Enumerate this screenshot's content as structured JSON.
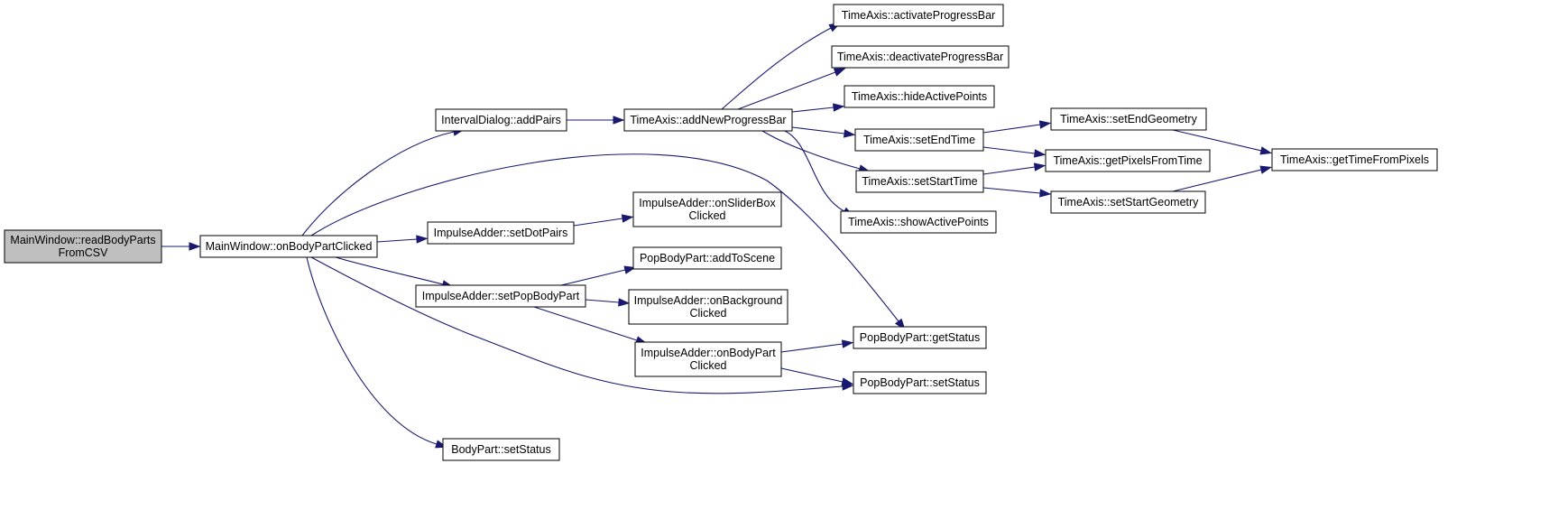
{
  "graph": {
    "edge_color": "#191970",
    "root_fill": "#bfbfbf",
    "nodes": [
      {
        "id": "readBodyParts",
        "lines": [
          "MainWindow::readBodyParts",
          "FromCSV"
        ],
        "root": true
      },
      {
        "id": "onBodyPartClicked",
        "lines": [
          "MainWindow::onBodyPartClicked"
        ]
      },
      {
        "id": "addPairs",
        "lines": [
          "IntervalDialog::addPairs"
        ]
      },
      {
        "id": "setDotPairs",
        "lines": [
          "ImpulseAdder::setDotPairs"
        ]
      },
      {
        "id": "setPopBodyPart",
        "lines": [
          "ImpulseAdder::setPopBodyPart"
        ]
      },
      {
        "id": "bodySetStatus",
        "lines": [
          "BodyPart::setStatus"
        ]
      },
      {
        "id": "addNewProgressBar",
        "lines": [
          "TimeAxis::addNewProgressBar"
        ]
      },
      {
        "id": "onSliderBoxClicked",
        "lines": [
          "ImpulseAdder::onSliderBox",
          "Clicked"
        ]
      },
      {
        "id": "addToScene",
        "lines": [
          "PopBodyPart::addToScene"
        ]
      },
      {
        "id": "onBackgroundClicked",
        "lines": [
          "ImpulseAdder::onBackground",
          "Clicked"
        ]
      },
      {
        "id": "iaOnBodyPartClicked",
        "lines": [
          "ImpulseAdder::onBodyPart",
          "Clicked"
        ]
      },
      {
        "id": "activateProgressBar",
        "lines": [
          "TimeAxis::activateProgressBar"
        ]
      },
      {
        "id": "deactivateProgressBar",
        "lines": [
          "TimeAxis::deactivateProgressBar"
        ]
      },
      {
        "id": "hideActivePoints",
        "lines": [
          "TimeAxis::hideActivePoints"
        ]
      },
      {
        "id": "setEndTime",
        "lines": [
          "TimeAxis::setEndTime"
        ]
      },
      {
        "id": "setStartTime",
        "lines": [
          "TimeAxis::setStartTime"
        ]
      },
      {
        "id": "showActivePoints",
        "lines": [
          "TimeAxis::showActivePoints"
        ]
      },
      {
        "id": "getStatus",
        "lines": [
          "PopBodyPart::getStatus"
        ]
      },
      {
        "id": "popSetStatus",
        "lines": [
          "PopBodyPart::setStatus"
        ]
      },
      {
        "id": "setEndGeometry",
        "lines": [
          "TimeAxis::setEndGeometry"
        ]
      },
      {
        "id": "getPixelsFromTime",
        "lines": [
          "TimeAxis::getPixelsFromTime"
        ]
      },
      {
        "id": "setStartGeometry",
        "lines": [
          "TimeAxis::setStartGeometry"
        ]
      },
      {
        "id": "getTimeFromPixels",
        "lines": [
          "TimeAxis::getTimeFromPixels"
        ]
      }
    ],
    "edges": [
      {
        "from": "readBodyParts",
        "to": "onBodyPartClicked"
      },
      {
        "from": "onBodyPartClicked",
        "to": "addPairs"
      },
      {
        "from": "onBodyPartClicked",
        "to": "setDotPairs"
      },
      {
        "from": "onBodyPartClicked",
        "to": "setPopBodyPart"
      },
      {
        "from": "onBodyPartClicked",
        "to": "bodySetStatus"
      },
      {
        "from": "onBodyPartClicked",
        "to": "getStatus"
      },
      {
        "from": "onBodyPartClicked",
        "to": "popSetStatus"
      },
      {
        "from": "addPairs",
        "to": "addNewProgressBar"
      },
      {
        "from": "setDotPairs",
        "to": "onSliderBoxClicked"
      },
      {
        "from": "setPopBodyPart",
        "to": "addToScene"
      },
      {
        "from": "setPopBodyPart",
        "to": "onBackgroundClicked"
      },
      {
        "from": "setPopBodyPart",
        "to": "iaOnBodyPartClicked"
      },
      {
        "from": "iaOnBodyPartClicked",
        "to": "getStatus"
      },
      {
        "from": "iaOnBodyPartClicked",
        "to": "popSetStatus"
      },
      {
        "from": "addNewProgressBar",
        "to": "activateProgressBar"
      },
      {
        "from": "addNewProgressBar",
        "to": "deactivateProgressBar"
      },
      {
        "from": "addNewProgressBar",
        "to": "hideActivePoints"
      },
      {
        "from": "addNewProgressBar",
        "to": "setEndTime"
      },
      {
        "from": "addNewProgressBar",
        "to": "setStartTime"
      },
      {
        "from": "addNewProgressBar",
        "to": "showActivePoints"
      },
      {
        "from": "setEndTime",
        "to": "setEndGeometry"
      },
      {
        "from": "setEndTime",
        "to": "getPixelsFromTime"
      },
      {
        "from": "setStartTime",
        "to": "getPixelsFromTime"
      },
      {
        "from": "setStartTime",
        "to": "setStartGeometry"
      },
      {
        "from": "setEndGeometry",
        "to": "getTimeFromPixels"
      },
      {
        "from": "setStartGeometry",
        "to": "getTimeFromPixels"
      }
    ]
  }
}
